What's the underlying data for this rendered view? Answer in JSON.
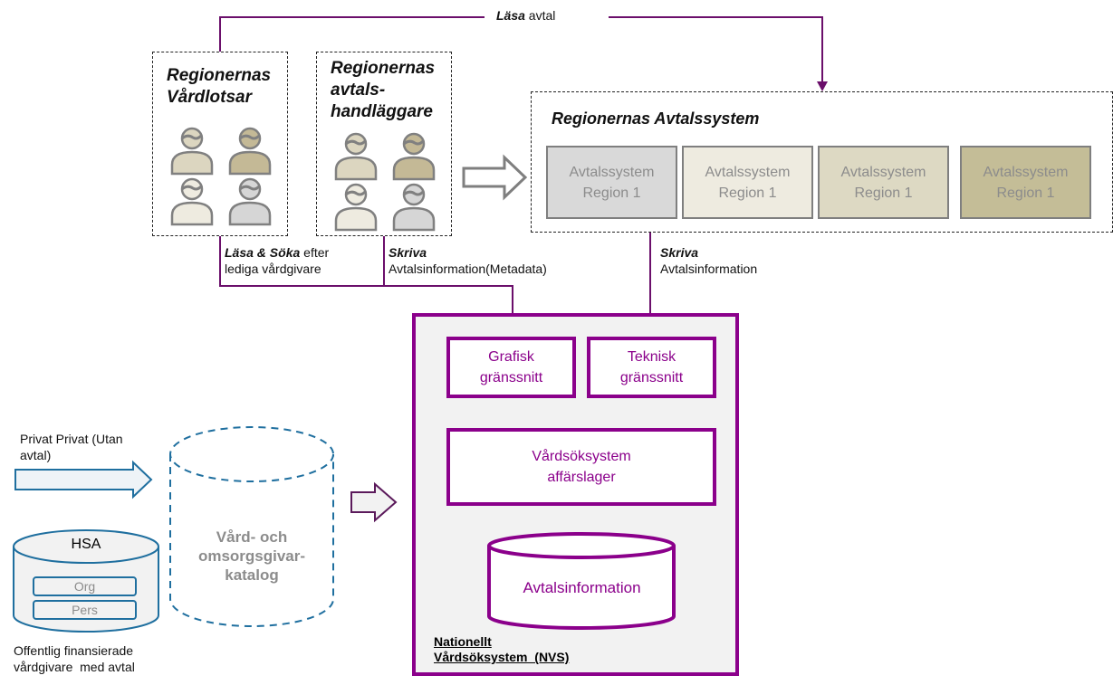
{
  "top_flow": {
    "verb": "Läsa",
    "rest": " avtal"
  },
  "actors": [
    {
      "title_lines": [
        "Regionernas",
        "Vårdlotsar"
      ],
      "person_colors": [
        "#dcd6c0",
        "#c4b996",
        "#eeebe0",
        "#d6d6d6"
      ]
    },
    {
      "title_lines": [
        "Regionernas",
        "avtals-",
        "handläggare"
      ],
      "person_colors": [
        "#dcd6c0",
        "#c4b996",
        "#eeebe0",
        "#d6d6d6"
      ]
    }
  ],
  "region_systems": {
    "title": "Regionernas Avtalssystem",
    "boxes": [
      {
        "line1": "Avtalssystem",
        "line2": "Region 1",
        "fill": "#d9d9d9"
      },
      {
        "line1": "Avtalssystem",
        "line2": "Region 1",
        "fill": "#eeebe0"
      },
      {
        "line1": "Avtalssystem",
        "line2": "Region 1",
        "fill": "#ddd9c3"
      },
      {
        "line1": "Avtalssystem",
        "line2": "Region 1",
        "fill": "#c4bd97"
      }
    ]
  },
  "flow_labels": {
    "read_search": {
      "verb": "Läsa & Söka",
      "rest": " efter",
      "line2": "lediga vårdgivare"
    },
    "write_meta": {
      "verb": "Skriva",
      "line2": "Avtalsinformation(Metadata)"
    },
    "write_info": {
      "verb": "Skriva",
      "line2": "Avtalsinformation"
    }
  },
  "nvs": {
    "graphic_ui": [
      "Grafisk",
      "gränssnitt"
    ],
    "technical_ui": [
      "Teknisk",
      "gränssnitt"
    ],
    "business_layer": [
      "Vårdsöksystem",
      "affärslager"
    ],
    "database": "Avtalsinformation",
    "caption": [
      "Nationellt",
      "Vårdsöksystem  (NVS)"
    ]
  },
  "catalog": {
    "lines": [
      "Vård- och",
      "omsorgsgivar-",
      "katalog"
    ]
  },
  "private_input": {
    "lines": [
      "Privat Privat (Utan",
      "avtal)"
    ]
  },
  "hsa": {
    "title": "HSA",
    "items": [
      "Org",
      "Pers"
    ],
    "caption": [
      "Offentlig finansierade",
      "vårdgivare  med avtal"
    ]
  },
  "colors": {
    "purple": "#8b008b",
    "dark_purple": "#6b0f6b",
    "blue": "#1f6f9f",
    "grey_text": "#8c8c8c"
  }
}
